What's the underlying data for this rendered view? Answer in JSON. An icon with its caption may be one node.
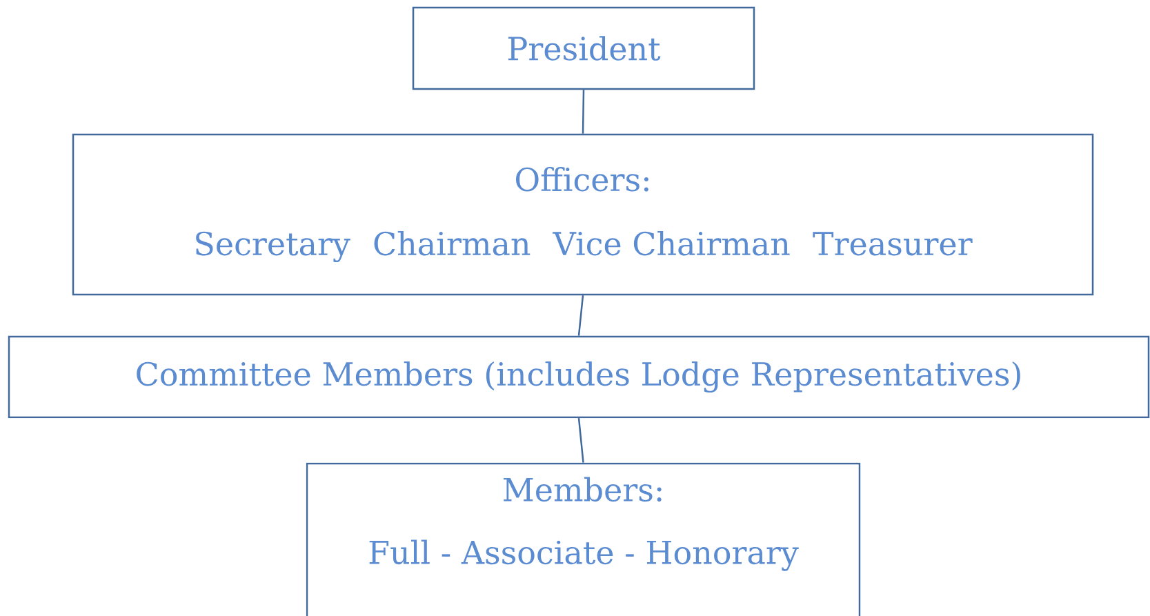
{
  "diagram": {
    "nodes": [
      {
        "text": [
          "President"
        ]
      },
      {
        "text": [
          "Officers:",
          "Secretary",
          "Chairman",
          "Vice Chairman",
          "Treasurer"
        ]
      },
      {
        "text": [
          "Committee Members (includes Lodge Representatives)"
        ]
      },
      {
        "text": [
          "Members:",
          "Full - Associate - Honorary"
        ]
      }
    ],
    "edges": [
      {
        "from": 0,
        "to": 1,
        "arrow": "none"
      },
      {
        "from": 1,
        "to": 2,
        "arrow": "none"
      },
      {
        "from": 2,
        "to": 3,
        "arrow": "none"
      }
    ]
  }
}
